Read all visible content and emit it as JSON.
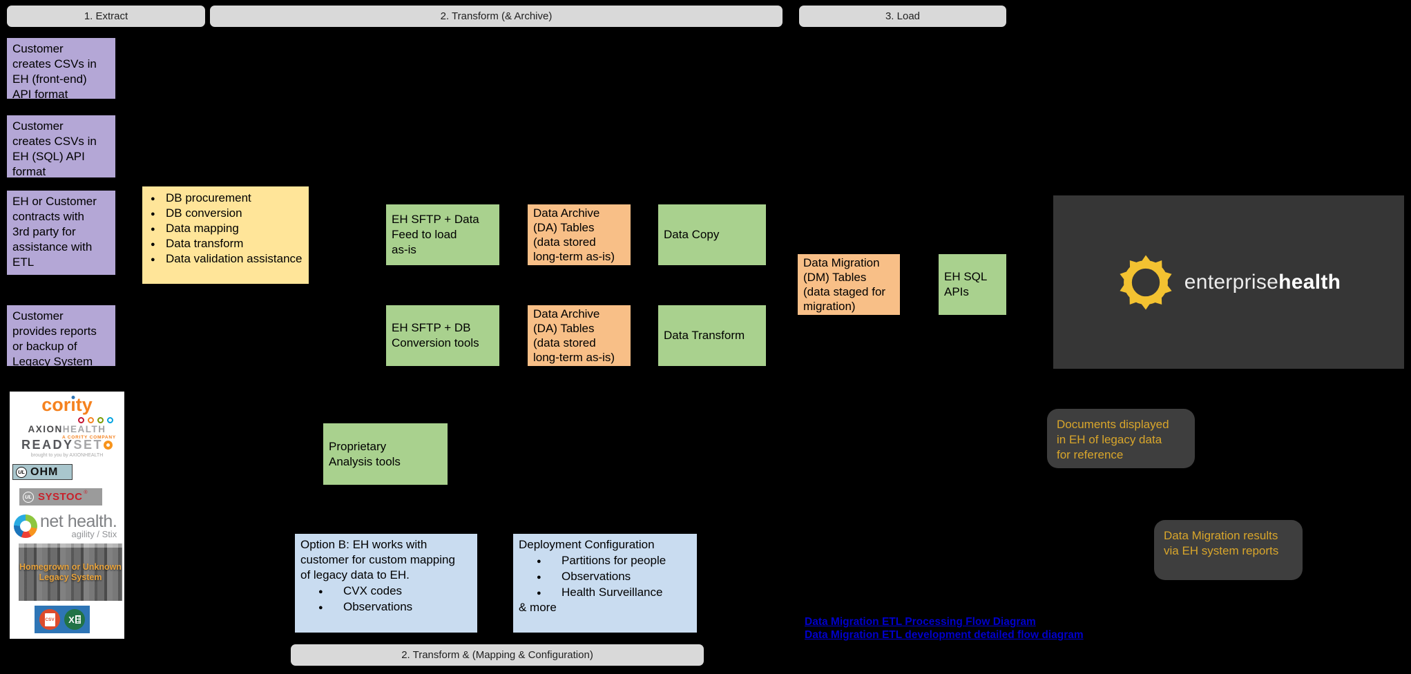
{
  "palette": {
    "background": "#000000",
    "header_bar": "#d9d9d9",
    "purple_box": "#b4a7d6",
    "yellow_box": "#ffe599",
    "green_box": "#a9d18e",
    "orange_box": "#f8bf87",
    "blue_box": "#c9dcf0",
    "dark_panel": "#363636",
    "note_panel": "#3e3e3e",
    "gold_text": "#d9a62b",
    "link_blue": "#0000cc",
    "eh_logo_yellow": "#f3c231"
  },
  "stage_headers": {
    "extract": "1. Extract",
    "transform_archive": "2. Transform (& Archive)",
    "load": "3. Load",
    "transform_mapping": "2. Transform & (Mapping & Configuration)"
  },
  "extract_sources": {
    "csv_frontend": "Customer\ncreates CSVs in\nEH (front-end)\nAPI format",
    "csv_sql": "Customer\ncreates CSVs in\nEH (SQL) API\nformat",
    "third_party": "EH or Customer\ncontracts with\n3rd party for\nassistance with\nETL",
    "reports_backup": "Customer\nprovides reports\nor backup of\nLegacy System"
  },
  "third_party_services": [
    "DB procurement",
    "DB conversion",
    "Data mapping",
    "Data transform",
    "Data validation assistance"
  ],
  "transform_stage": {
    "sftp_data_feed": "EH SFTP + Data\nFeed to load\nas-is",
    "sftp_db_conversion": "EH SFTP + DB\nConversion tools",
    "data_archive_tables": "Data Archive\n(DA) Tables\n(data stored\nlong-term as-is)",
    "data_copy": "Data Copy",
    "data_transform": "Data Transform",
    "proprietary_analysis": "Proprietary\nAnalysis tools"
  },
  "load_stage": {
    "dm_tables": "Data Migration\n(DM) Tables\n(data staged for\nmigration)",
    "eh_sql_apis": "EH SQL\nAPIs"
  },
  "enterprise_health": {
    "brand_light": "enterprise",
    "brand_bold": "health"
  },
  "notes": {
    "documents_displayed": "Documents displayed\nin EH of legacy data\nfor reference",
    "dm_results": "Data Migration results\nvia EH system reports"
  },
  "option_b": {
    "intro": "Option B: EH works with\ncustomer for custom mapping\nof legacy data to EH.",
    "items": [
      "CVX codes",
      "Observations"
    ]
  },
  "deployment_config": {
    "title": "Deployment Configuration",
    "items": [
      "Partitions for people",
      "Observations",
      "Health Surveillance"
    ],
    "footer": "& more"
  },
  "links": [
    "Data Migration ETL Processing Flow Diagram",
    "Data Migration ETL development detailed flow diagram"
  ],
  "legacy_systems": {
    "cority": {
      "pre": "cor",
      "i": "ı",
      "post": "ty"
    },
    "axion": {
      "left": "AXION",
      "right": "HEALTH",
      "tagline": "A CORITY COMPANY"
    },
    "readyset": {
      "left": "READY",
      "right": "SET",
      "tagline": "brought to you by AXIONHEALTH"
    },
    "ohm": {
      "ul": "UL",
      "label": "OHM"
    },
    "systoc": {
      "ul": "UL",
      "label": "SYSTOC",
      "reg": "®"
    },
    "net_health": {
      "label": "net health.",
      "sub": "agility / Stix"
    },
    "legacy_photo": "Homegrown or Unknown\nLegacy System",
    "csv": "CSV",
    "excel": "X"
  }
}
